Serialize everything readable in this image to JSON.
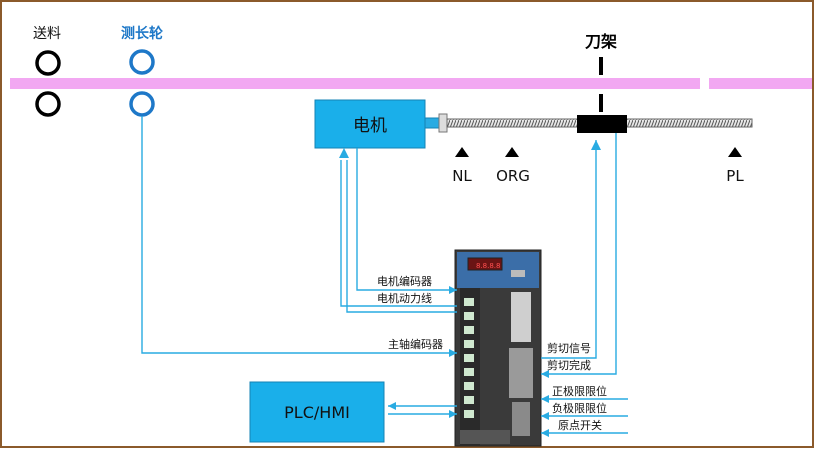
{
  "labels": {
    "feed": "送料",
    "measuring_wheel": "测长轮",
    "tool_holder": "刀架",
    "motor": "电机",
    "nl": "NL",
    "org": "ORG",
    "pl": "PL",
    "motor_encoder": "电机编码器",
    "motor_power_line": "电机动力线",
    "spindle_encoder": "主轴编码器",
    "cut_signal": "剪切信号",
    "cut_complete": "剪切完成",
    "positive_limit": "正极限限位",
    "negative_limit": "负极限限位",
    "origin_switch": "原点开关",
    "plc_hmi": "PLC/HMI"
  },
  "colors": {
    "frame": "#8B5A2B",
    "material_strip": "#F2A8F2",
    "blue_box": "#1AAFEA",
    "wire": "#29ABE2",
    "wheel_blue": "#1E78C8",
    "label_blue": "#1E78C8"
  }
}
